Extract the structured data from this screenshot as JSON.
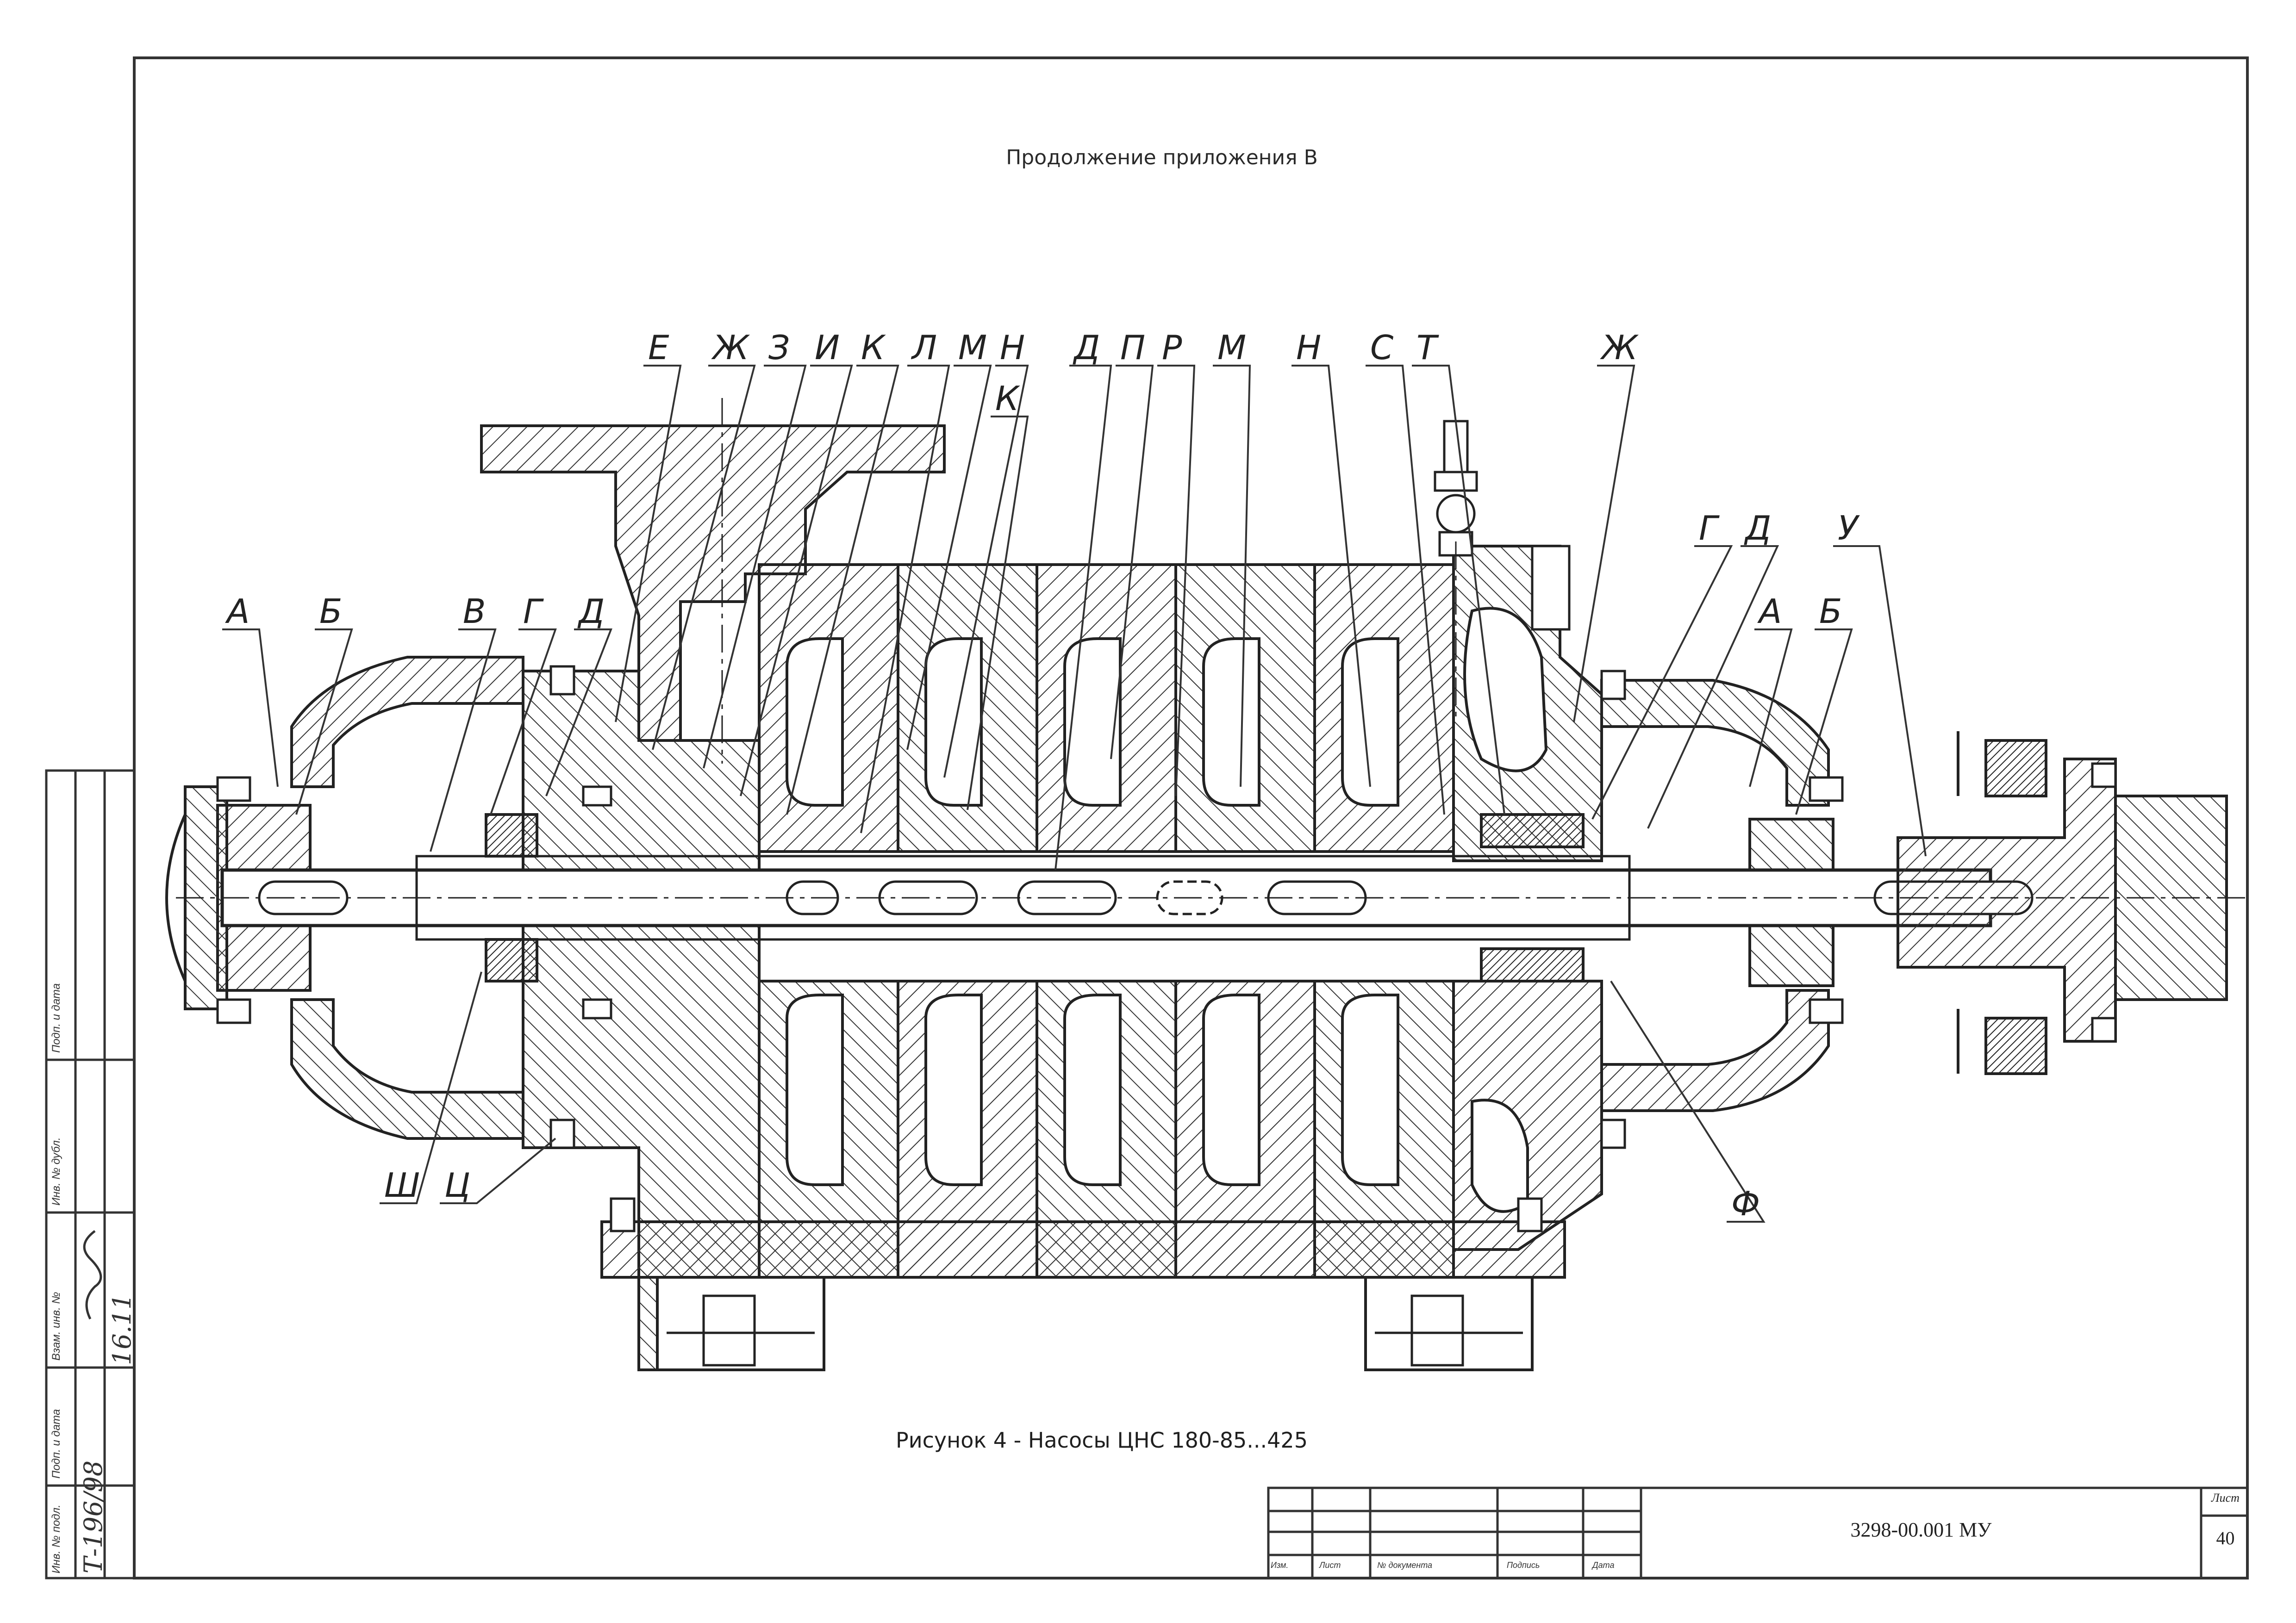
{
  "header": "Продолжение приложения В",
  "caption": "Рисунок 4 - Насосы ЦНС 180-85...425",
  "labels": {
    "top": [
      "Е",
      "Ж",
      "З",
      "И",
      "К",
      "Л",
      "М",
      "Н",
      "К",
      "Д",
      "П",
      "Р",
      "М",
      "Н",
      "С",
      "Т",
      "Ж"
    ],
    "left": [
      "А",
      "Б",
      "В",
      "Г",
      "Д"
    ],
    "right": [
      "Г",
      "Д",
      "У",
      "А",
      "Б"
    ],
    "bottom": [
      "Ш",
      "Ц",
      "Ф"
    ]
  },
  "title_block": {
    "designation": "3298-00.001 МУ",
    "sheet_label": "Лист",
    "sheet_number": "40",
    "col_izm": "Изм.",
    "col_list": "Лист",
    "col_doc": "№ документа",
    "col_sign": "Подпись",
    "col_date": "Дата"
  },
  "side_stamp": {
    "inv_podl": "Инв. № подл.",
    "podp_data": "Подп. и дата",
    "vzam_inv": "Взам. инв. №",
    "inv_dubl": "Инв. № дубл.",
    "podp_data2": "Подп. и дата",
    "inv_value": "Т-196/98",
    "date_value": "16.11"
  }
}
